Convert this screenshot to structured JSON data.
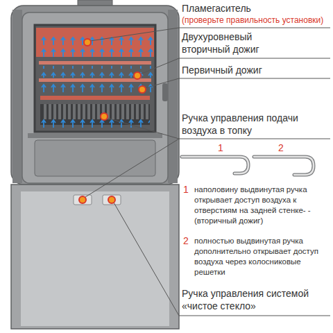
{
  "diagram": {
    "labels": [
      "Пламегаситель",
      "(проверьте правильность установки)",
      "Двухуровневый вторичный дожиг",
      "Первичный дожиг",
      "Ручка управления подачи воздуха в топку",
      "1",
      "2",
      "1",
      "наполовину выдвинутая ручка открывает доступ воздуха к отверстиям на задней стенке- -(вторичный дожиг)",
      "2",
      "полностью выдвинутая ручка дополнительно открывает доступ воздуха через колосниковые решетки",
      "Ручка управления системой «чистое стекло»"
    ]
  }
}
